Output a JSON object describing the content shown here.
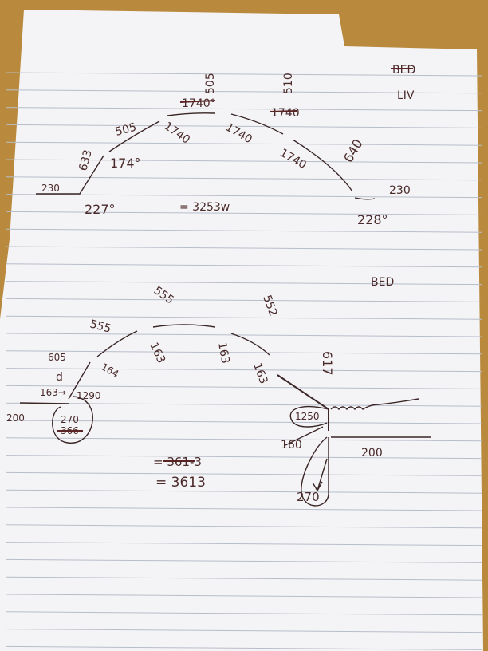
{
  "colors": {
    "desk": "#b98a3e",
    "paper": "#f4f4f6",
    "rule": "#b7bdc9",
    "ink": "#4a2a2a"
  },
  "top_diagram": {
    "room_label_struck": "BED",
    "room_label": "LIV",
    "labels": {
      "top_505": "505",
      "struck_1740_a": "1740°",
      "top_510": "510",
      "struck_1740_b": "1740",
      "left_505": "505",
      "left_633": "633",
      "angle_174": "174°",
      "a1740_1": "1740",
      "a1740_2": "1740",
      "a1740_3": "1740",
      "right_640": "640",
      "left_230": "230",
      "left_227": "227°",
      "total": "= 3253w",
      "right_230": "230",
      "right_228": "228°"
    }
  },
  "bottom_diagram": {
    "room_label": "BED",
    "labels": {
      "top_555": "555",
      "top_552": "552",
      "left_555": "555",
      "b163_1": "163",
      "b163_2": "163",
      "b163_3": "163",
      "l605": "605",
      "ld": "d",
      "l164": "164",
      "l163": "163→",
      "l1290": "1290",
      "l200": "200",
      "l270": "270",
      "l366_struck": "366",
      "r617": "617",
      "r1250": "1250",
      "r160": "160",
      "r200": "200",
      "r270": "270",
      "total_struck": "= 361-3",
      "total": "= 3613"
    }
  }
}
